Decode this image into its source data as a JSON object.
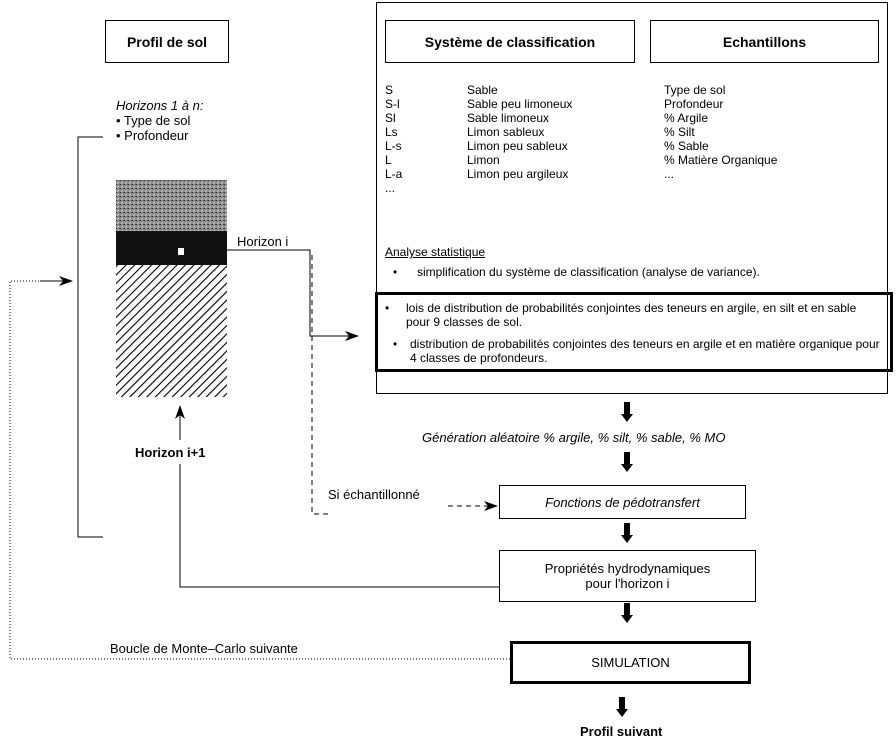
{
  "profil": {
    "title": "Profil de sol",
    "horizons_heading": "Horizons 1 à n:",
    "bullets": [
      "• Type de sol",
      "• Profondeur"
    ],
    "horizon_i": "Horizon i",
    "horizon_next": "Horizon i+1",
    "si_echantillonne": "Si échantillonné"
  },
  "classification": {
    "title": "Système de classification",
    "codes": [
      "S",
      "S-l",
      "Sl",
      "Ls",
      "L-s",
      "L",
      "L-a",
      "..."
    ],
    "names": [
      "Sable",
      "Sable peu limoneux",
      "Sable limoneux",
      "Limon sableux",
      "Limon peu sableux",
      "Limon",
      "Limon peu argileux"
    ]
  },
  "echantillons": {
    "title": "Echantillons",
    "items": [
      "Type de sol",
      "Profondeur",
      "% Argile",
      "% Silt",
      "% Sable",
      "% Matière Organique",
      "..."
    ]
  },
  "analyse": {
    "heading": "Analyse statistique",
    "bullet1": "simplification du système de classification (analyse de variance).",
    "bullet2": "lois de distribution de probabilités conjointes des teneurs en argile, en silt et en sable pour 9 classes de sol.",
    "bullet3": "distribution de probabilités conjointes des teneurs en argile et en matière organique pour 4 classes de profondeurs."
  },
  "flow": {
    "generation": "Génération aléatoire % argile, % silt, % sable, % MO",
    "pedotransfert": "Fonctions de pédotransfert",
    "proprietes_line1": "Propriétés hydrodynamiques",
    "proprietes_line2": "pour l'horizon i",
    "simulation": "SIMULATION",
    "monte_carlo": "Boucle de Monte–Carlo suivante",
    "profil_suivant": "Profil suivant"
  }
}
